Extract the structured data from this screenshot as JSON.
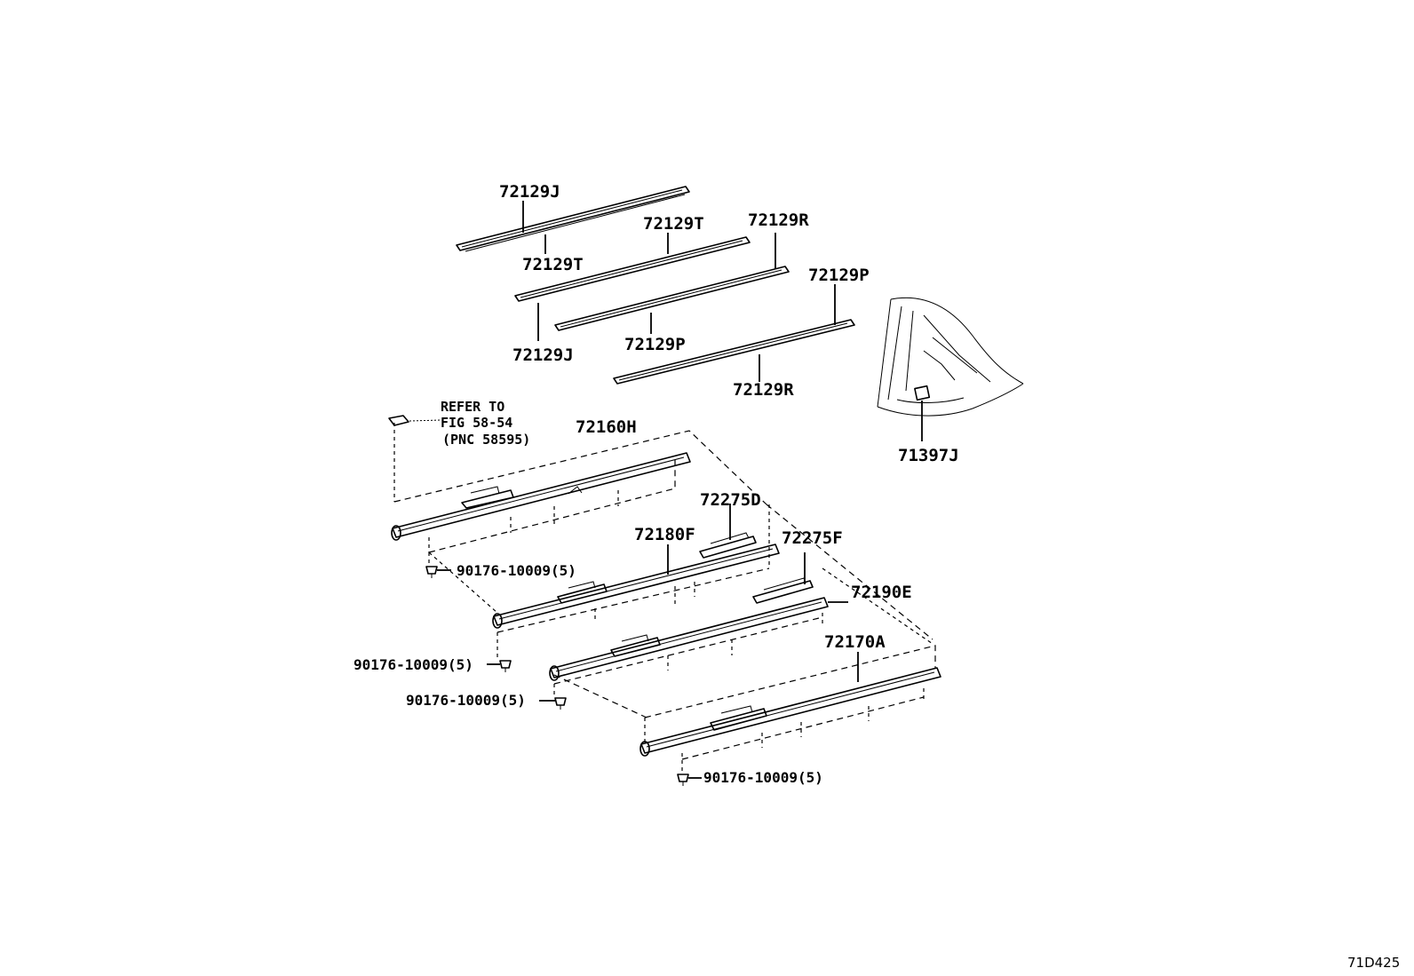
{
  "diagram_code": "71D425",
  "refer_note": {
    "line1": "REFER TO",
    "line2": "FIG 58-54",
    "line3": "(PNC 58595)"
  },
  "labels": {
    "p72129J_top": "72129J",
    "p72129T_top": "72129T",
    "p72129T_mid": "72129T",
    "p72129R_top": "72129R",
    "p72129P_top": "72129P",
    "p72129J_bot": "72129J",
    "p72129P_mid": "72129P",
    "p72129R_bot": "72129R",
    "p71397J": "71397J",
    "p72160H": "72160H",
    "p72275D": "72275D",
    "p72180F": "72180F",
    "p72275F": "72275F",
    "p72190E": "72190E",
    "p72170A": "72170A",
    "bolt1": "90176-10009(5)",
    "bolt2": "90176-10009(5)",
    "bolt3": "90176-10009(5)",
    "bolt4": "90176-10009(5)"
  }
}
